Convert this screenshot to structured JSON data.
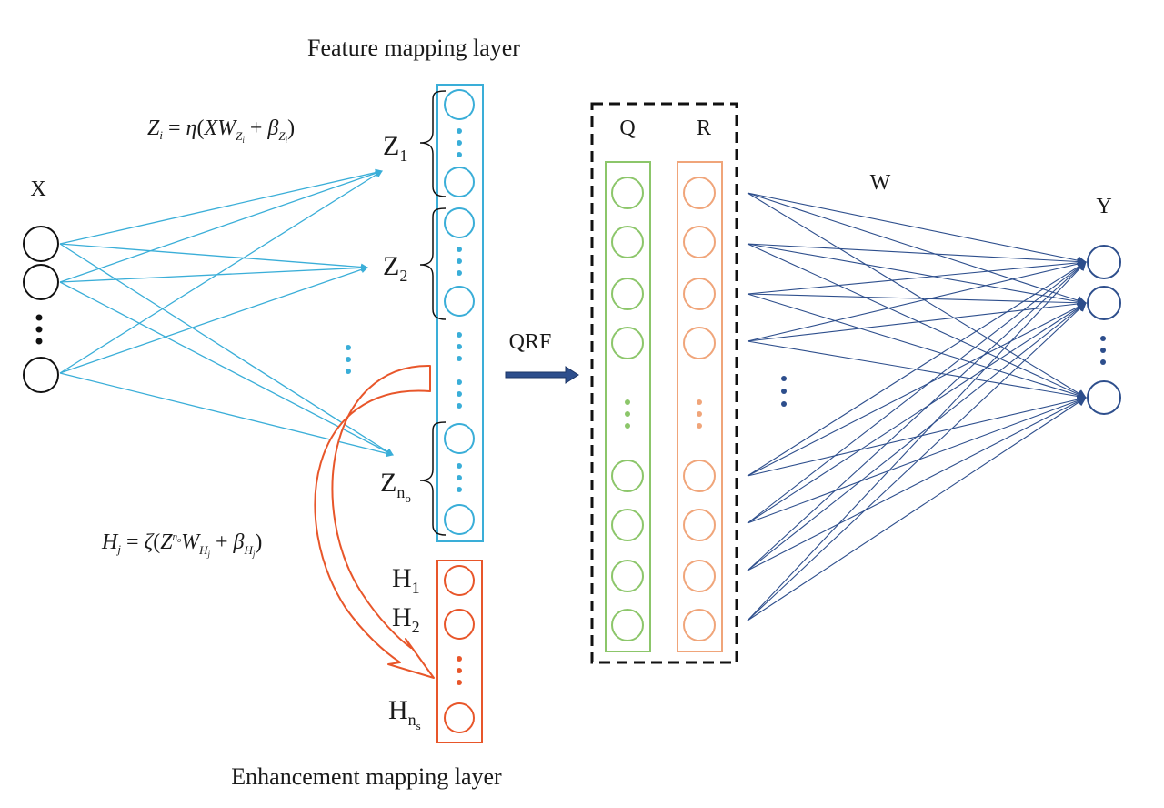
{
  "titles": {
    "feature_layer": "Feature mapping layer",
    "enhancement_layer": "Enhancement mapping layer"
  },
  "labels": {
    "input": "X",
    "output": "Y",
    "q": "Q",
    "r": "R",
    "w": "W",
    "qrf": "QRF"
  },
  "equations": {
    "feature": {
      "lhs": "Z",
      "lhs_sub": "i",
      "eq": " = ",
      "fn": "η",
      "open": "(",
      "x": "XW",
      "x_sub": "Z",
      "x_subsub": "i",
      "plus": " + ",
      "beta": "β",
      "beta_sub": "Z",
      "beta_subsub": "i",
      "close": ")"
    },
    "enhancement": {
      "lhs": "H",
      "lhs_sub": "j",
      "eq": " = ",
      "fn": "ζ",
      "open": "(",
      "z": "Z",
      "z_sup": "n",
      "z_supsub": "o",
      "w": "W",
      "w_sub": "H",
      "w_subsub": "j",
      "plus": " + ",
      "beta": "β",
      "beta_sub": "H",
      "beta_subsub": "j",
      "close": ")"
    }
  },
  "groups": {
    "z1": {
      "base": "Z",
      "sub": "1"
    },
    "z2": {
      "base": "Z",
      "sub": "2"
    },
    "zno": {
      "base": "Z",
      "sub": "n",
      "subsub": "o"
    },
    "h1": {
      "base": "H",
      "sub": "1"
    },
    "h2": {
      "base": "H",
      "sub": "2"
    },
    "hns": {
      "base": "H",
      "sub": "n",
      "subsub": "s"
    }
  },
  "colors": {
    "feature": "#3aaed8",
    "enhancement": "#e8562a",
    "q": "#8cc66a",
    "r": "#f0a57a",
    "output": "#2d4e8c",
    "arrow_qrf": "#2d4e8c",
    "input": "#111111",
    "dashed_box": "#111111"
  }
}
